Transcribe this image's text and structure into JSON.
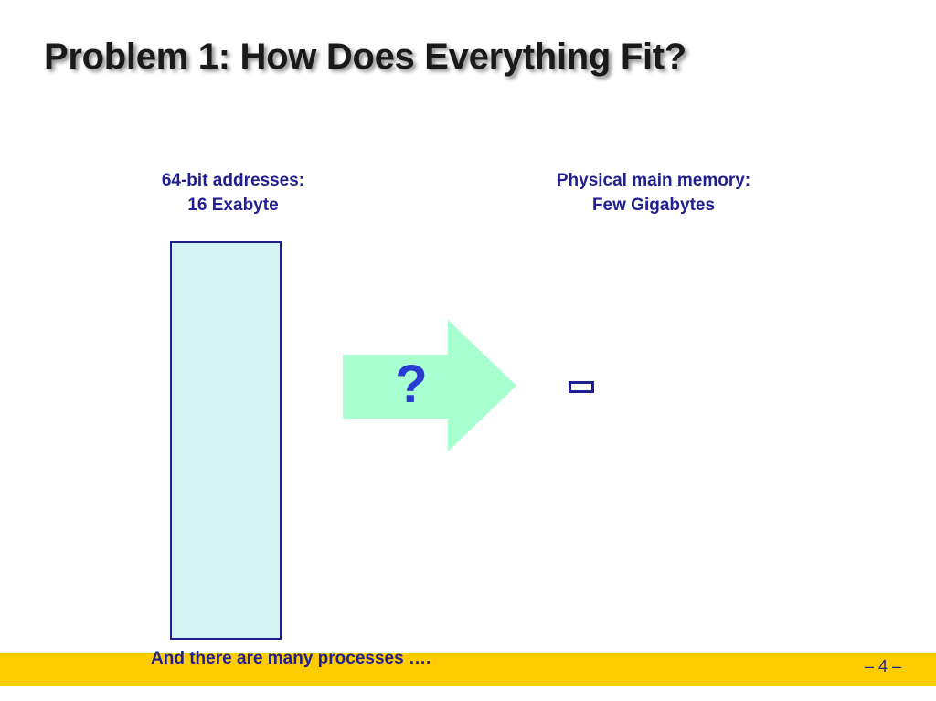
{
  "slide": {
    "title": "Problem 1: How Does Everything Fit?",
    "left_label": {
      "line1": "64-bit addresses:",
      "line2": "16 Exabyte"
    },
    "right_label": {
      "line1": "Physical main memory:",
      "line2": "Few Gigabytes"
    },
    "arrow_text": "?",
    "footer_text": "And there are many processes ….",
    "page_number": "– 4 –"
  },
  "colors": {
    "label_text": "#1f1f8f",
    "address_space_fill": "#d6f3f3",
    "arrow_fill": "#a8ffd0",
    "question_mark": "#2a3bd4",
    "footer_bar": "#ffcc00"
  }
}
